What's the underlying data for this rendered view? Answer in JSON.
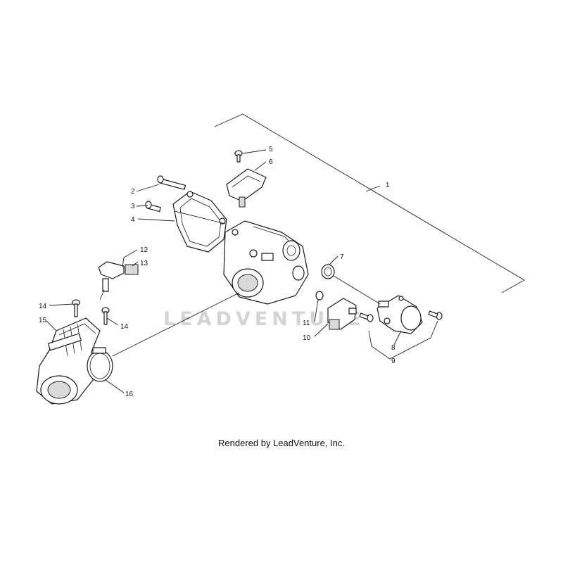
{
  "diagram": {
    "callouts": [
      {
        "id": "1",
        "label": "1"
      },
      {
        "id": "2",
        "label": "2"
      },
      {
        "id": "3",
        "label": "3"
      },
      {
        "id": "4",
        "label": "4"
      },
      {
        "id": "5",
        "label": "5"
      },
      {
        "id": "6",
        "label": "6"
      },
      {
        "id": "7",
        "label": "7"
      },
      {
        "id": "8",
        "label": "8"
      },
      {
        "id": "9",
        "label": "9"
      },
      {
        "id": "10",
        "label": "10"
      },
      {
        "id": "11",
        "label": "11"
      },
      {
        "id": "12",
        "label": "12"
      },
      {
        "id": "13",
        "label": "13"
      },
      {
        "id": "14a",
        "label": "14"
      },
      {
        "id": "14b",
        "label": "14"
      },
      {
        "id": "15",
        "label": "15"
      },
      {
        "id": "16",
        "label": "16"
      }
    ],
    "watermark": "LEADVENTURE",
    "credit": "Rendered by LeadVenture, Inc."
  }
}
